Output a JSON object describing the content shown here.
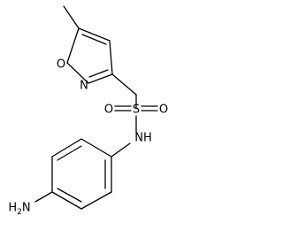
{
  "molecule": {
    "atoms": {
      "ring_oxygen": "O",
      "ring_nitrogen": "N",
      "sulfur": "S",
      "sulfonyl_oxygen_left": "O",
      "sulfonyl_oxygen_right": "O",
      "sulfonamide_nitrogen": "NH",
      "amine": "H2N"
    }
  }
}
